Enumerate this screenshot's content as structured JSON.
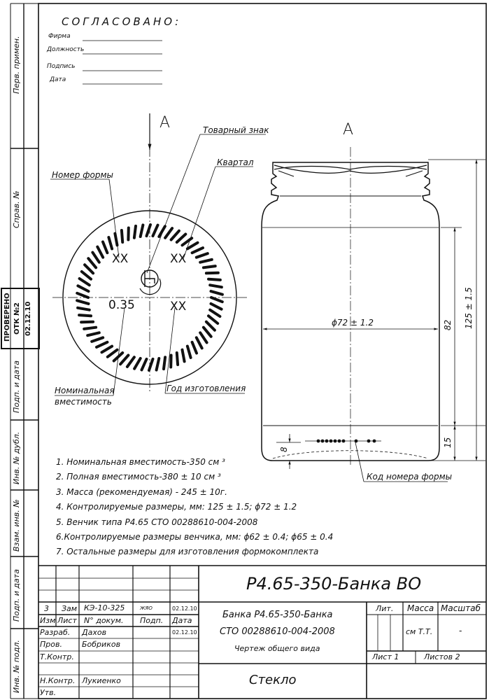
{
  "approval": {
    "title": "СОГЛАСОВАНО:",
    "fields": [
      "Фирма",
      "Должность",
      "Подпись",
      "Дата"
    ]
  },
  "side_labels": [
    "Перв. примен.",
    "Справ. №",
    "Подп. и дата",
    "Инв. № дубл.",
    "Взам. инв. №",
    "Подп. и дата",
    "Инв. № подл."
  ],
  "stamp": {
    "line1": "ПРОВЕРЕНО",
    "line2": "ОТК №2",
    "line3": "02.12.10"
  },
  "view_label_left": "A",
  "view_label_right": "A",
  "callouts": {
    "trademark": "Товарный знак",
    "quarter": "Квартал",
    "mold_number": "Номер формы",
    "nominal_capacity_l1": "Номинальная",
    "nominal_capacity_l2": "вместимость",
    "year": "Год изготовления",
    "mold_code": "Код номера формы"
  },
  "bottom_marks": {
    "xx_left": "XX",
    "xx_right": "XX",
    "xx_bottom": "XX",
    "capacity": "0.35"
  },
  "dimensions": {
    "diameter": "ϕ72 ± 1.2",
    "height_total": "125 ± 1.5",
    "height_body": "82",
    "height_base": "15",
    "base_offset": "8"
  },
  "notes": [
    "1. Номинальная вместимость-350 см ³",
    "2. Полная вместимость-380 ± 10 см ³",
    "3. Масса (рекомендуемая) - 245 ± 10г.",
    "4. Контролируемые размеры, мм: 125 ± 1.5;  ϕ72 ± 1.2",
    "5. Венчик типа Р4.65   СТО 00288610-004-2008",
    "6.Контролируемые размеры венчика, мм: ϕ62 ± 0.4;  ϕ65 ± 0.4",
    "7. Остальные размеры для изготовления формокомплекта"
  ],
  "title_block": {
    "designation": "Р4.65-350-Банка ВО",
    "name_l1": "Банка Р4.65-350-Банка",
    "name_l2": "СТО 00288610-004-2008",
    "name_l3": "Чертеж общего вида",
    "material": "Стекло",
    "lit_header": "Лит.",
    "mass_header": "Масса",
    "scale_header": "Масштаб",
    "mass_value": "см Т.Т.",
    "scale_value": "-",
    "sheet": "Лист  1",
    "sheets": "Листов  2",
    "rev_row": {
      "num": "3",
      "change": "Зам",
      "doc": "КЭ-10-325",
      "sign": "ЖЯО",
      "date": "02.12.10"
    },
    "headers": {
      "izm": "Изм",
      "list": "Лист",
      "doc": "N° докум.",
      "sign": "Подп.",
      "date": "Дата"
    },
    "roles": [
      {
        "role": "Разраб.",
        "name": "Дахов",
        "date": "02.12.10"
      },
      {
        "role": "Пров.",
        "name": "Бобриков",
        "date": ""
      },
      {
        "role": "Т.Контр.",
        "name": "",
        "date": ""
      },
      {
        "role": "",
        "name": "",
        "date": ""
      },
      {
        "role": "Н.Контр.",
        "name": "Лукиенко",
        "date": ""
      },
      {
        "role": "Утв.",
        "name": "",
        "date": ""
      }
    ]
  }
}
